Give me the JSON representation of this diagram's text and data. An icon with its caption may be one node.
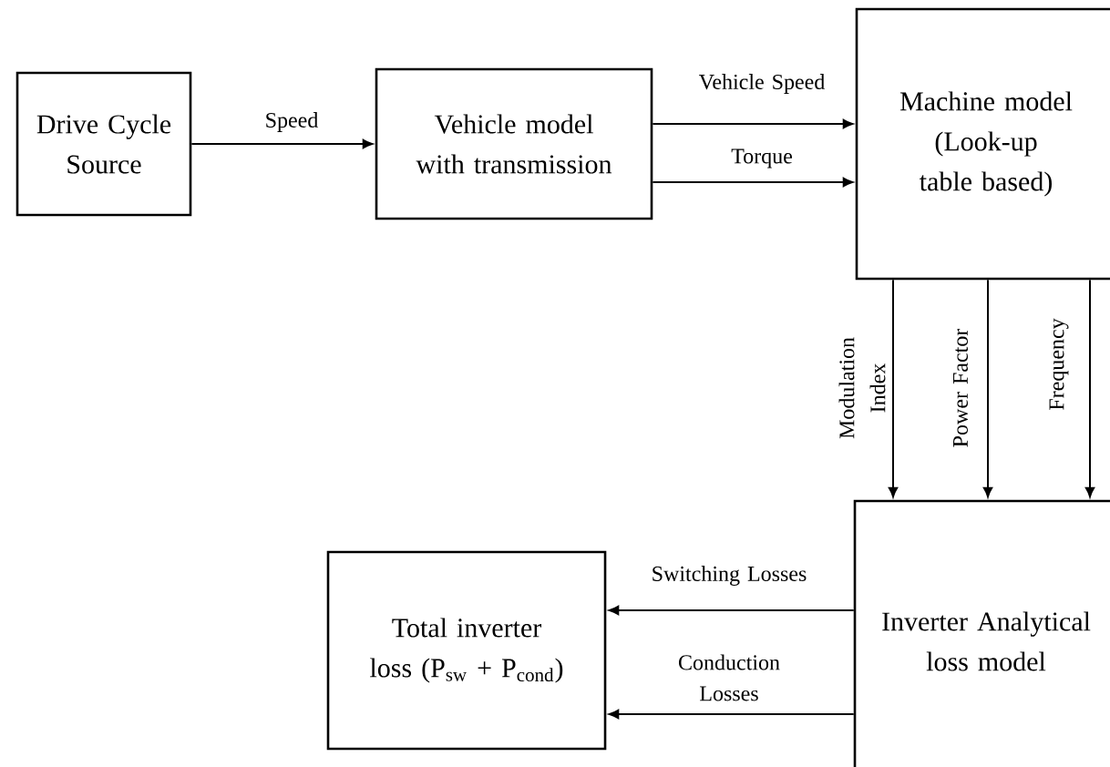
{
  "diagram": {
    "nodes": [
      {
        "text": [
          "Drive Cycle Source"
        ]
      },
      {
        "text": [
          "Vehicle model with transmission"
        ]
      },
      {
        "text": [
          "Machine model (Look-up table based)"
        ]
      },
      {
        "text": [
          "Inverter Analytical loss model"
        ]
      },
      {
        "text": [
          "Total inverter loss (P$_{sw}$ + P$_{cond}$)"
        ]
      }
    ],
    "edges": [
      {
        "from": 0,
        "to": 1,
        "arrow": "to",
        "label": "Speed"
      },
      {
        "from": 1,
        "to": 2,
        "arrow": "to",
        "label": "Vehicle Speed"
      },
      {
        "from": 1,
        "to": 2,
        "arrow": "to",
        "label": "Torque"
      },
      {
        "from": 2,
        "to": 3,
        "arrow": "to",
        "label": "Modulation Index"
      },
      {
        "from": 2,
        "to": 3,
        "arrow": "to",
        "label": "Power Factor"
      },
      {
        "from": 2,
        "to": 3,
        "arrow": "to",
        "label": "Frequency"
      },
      {
        "from": 3,
        "to": 4,
        "arrow": "to",
        "label": "Switching Losses"
      },
      {
        "from": 3,
        "to": 4,
        "arrow": "to",
        "label": "Conduction Losses"
      }
    ]
  }
}
